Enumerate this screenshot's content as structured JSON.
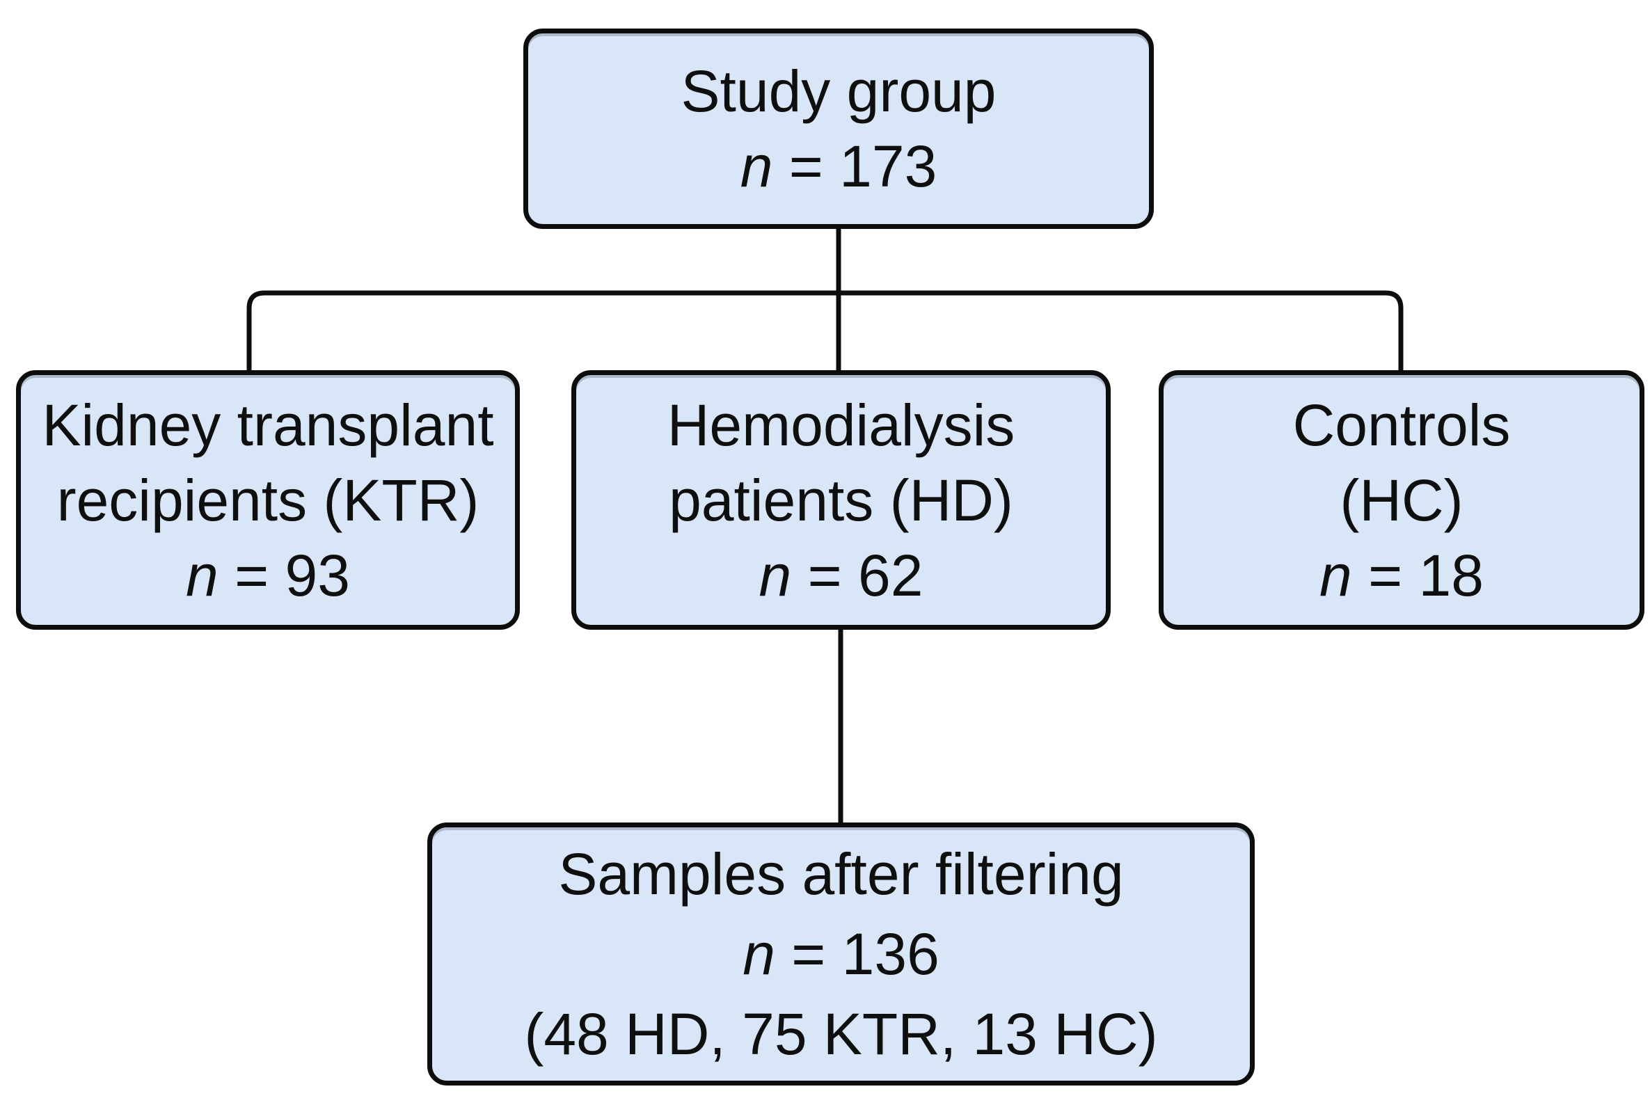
{
  "figure": {
    "type": "flowchart",
    "background": "#ffffff",
    "box_fill": "#d9e6f7",
    "box_border": "#0d0d0d",
    "line_color": "#0d0d0d",
    "text_color": "#0f0f0f",
    "nodes": {
      "study_group": {
        "title_lines": [
          "Study group"
        ],
        "n_symbol": "n",
        "n_rest": " = 173"
      },
      "ktr": {
        "title_lines": [
          "Kidney transplant",
          "recipients (KTR)"
        ],
        "n_symbol": "n",
        "n_rest": " = 93"
      },
      "hd": {
        "title_lines": [
          "Hemodialysis",
          "patients (HD)"
        ],
        "n_symbol": "n",
        "n_rest": " = 62"
      },
      "hc": {
        "title_lines": [
          "Controls",
          "(HC)"
        ],
        "n_symbol": "n",
        "n_rest": " = 18"
      },
      "samples": {
        "title_lines": [
          "Samples after filtering"
        ],
        "n_symbol": "n",
        "n_rest": " = 136",
        "breakdown": "(48 HD, 75 KTR, 13 HC)"
      }
    }
  }
}
